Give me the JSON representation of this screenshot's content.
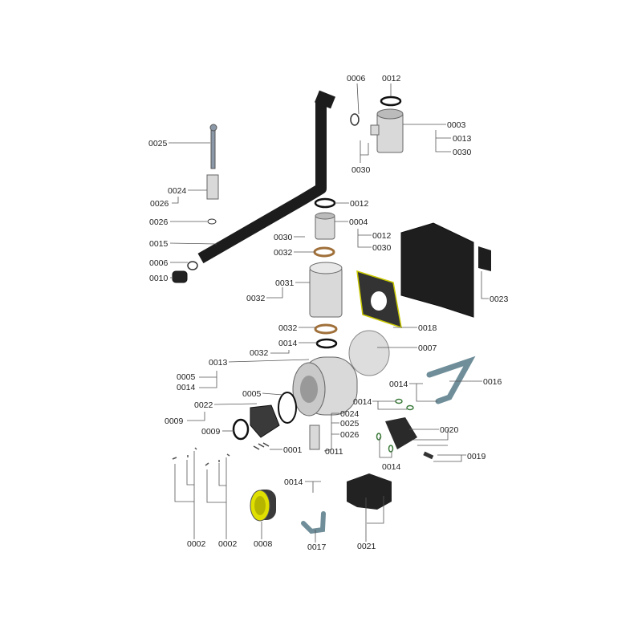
{
  "diagram": {
    "title": "",
    "labels": [
      "0006",
      "0012",
      "0003",
      "0013",
      "0030",
      "0030",
      "0025",
      "0024",
      "0026",
      "0026",
      "0015",
      "0006",
      "0010",
      "0012",
      "0004",
      "0012",
      "0030",
      "0030",
      "0032",
      "0031",
      "0032",
      "0023",
      "0018",
      "0007",
      "0032",
      "0014",
      "0032",
      "0013",
      "0005",
      "0014",
      "0005",
      "0022",
      "0009",
      "0009",
      "0014",
      "0016",
      "0014",
      "0024",
      "0025",
      "0026",
      "0020",
      "0001",
      "0011",
      "0014",
      "0019",
      "0014",
      "0002",
      "0002",
      "0008",
      "0017",
      "0021"
    ],
    "colors": {
      "part_black": "#222222",
      "part_grey": "#d9d9d9",
      "gasket_yellow": "#e6e600",
      "pipe_blue": "#6f8e99",
      "ring_bronze": "#a0703a",
      "oring_green": "#3a7a3a"
    }
  }
}
